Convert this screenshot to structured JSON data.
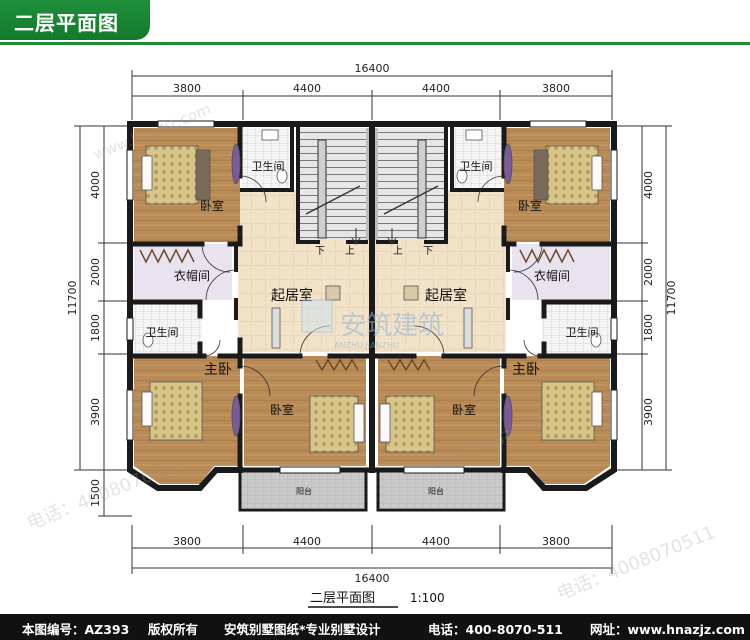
{
  "header": {
    "title": "二层平面图"
  },
  "dimensions": {
    "top_total": "16400",
    "top_segments": [
      "3800",
      "4400",
      "4400",
      "3800"
    ],
    "bottom_total": "16400",
    "bottom_segments": [
      "3800",
      "4400",
      "4400",
      "3800"
    ],
    "left_total": "11700",
    "left_segments": [
      "4000",
      "2000",
      "1800",
      "3900",
      "1500"
    ],
    "right_total": "11700",
    "right_segments": [
      "4000",
      "2000",
      "1800",
      "3900"
    ]
  },
  "rooms": {
    "bedroom": "卧室",
    "bathroom": "卫生间",
    "closet": "衣帽间",
    "living": "起居室",
    "master": "主卧",
    "balcony": "阳台",
    "stair_down": "下",
    "stair_up": "上"
  },
  "watermarks": {
    "site": "www.hnazjz.com",
    "phone": "电话：4008070511",
    "brand": "安筑建筑",
    "brand_pinyin": "ANZHU JIANZHU"
  },
  "plan_caption": {
    "title": "二层平面图",
    "scale": "1:100"
  },
  "footer": {
    "code": "本图编号：AZ393",
    "rights": "版权所有",
    "slogan": "安筑别墅图纸*专业别墅设计",
    "phone": "电话：400-8070-511",
    "site": "网址：www.hnazjz.com"
  }
}
